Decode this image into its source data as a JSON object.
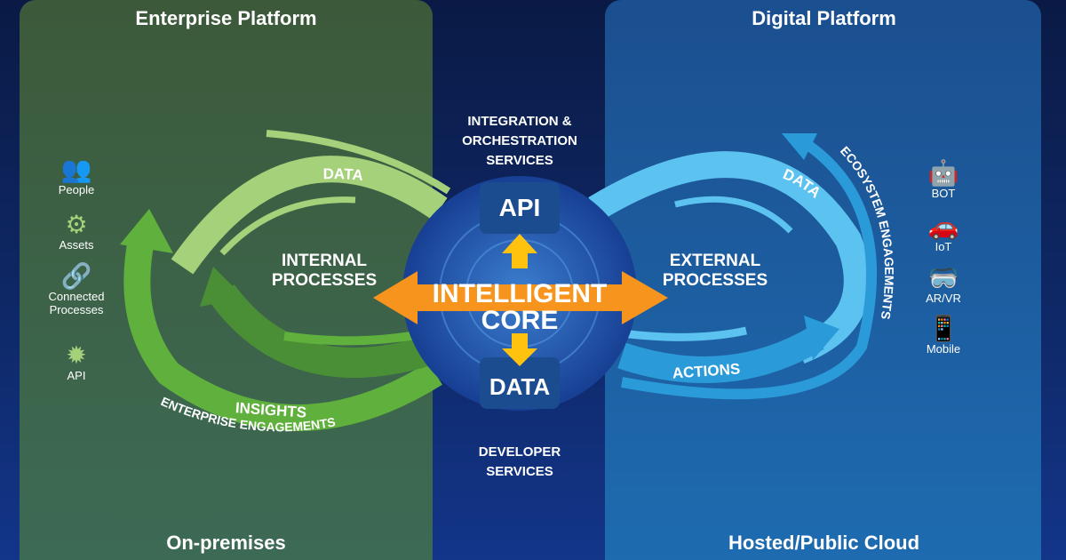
{
  "left_panel": {
    "title": "Enterprise Platform",
    "footer": "On-premises",
    "items": [
      {
        "icon": "people-icon",
        "label": "People"
      },
      {
        "icon": "robot-arm-icon",
        "label": "Assets"
      },
      {
        "icon": "chain-link-icon",
        "label": "Connected Processes"
      },
      {
        "icon": "gear-api-icon",
        "label": "API"
      }
    ],
    "loop": {
      "data": "DATA",
      "center": "INTERNAL PROCESSES",
      "insights": "INSIGHTS",
      "engagements": "ENTERPRISE ENGAGEMENTS"
    }
  },
  "right_panel": {
    "title": "Digital Platform",
    "footer": "Hosted/Public Cloud",
    "items": [
      {
        "icon": "bot-icon",
        "label": "BOT"
      },
      {
        "icon": "car-icon",
        "label": "IoT"
      },
      {
        "icon": "vr-headset-icon",
        "label": "AR/VR"
      },
      {
        "icon": "mobile-icon",
        "label": "Mobile"
      }
    ],
    "loop": {
      "data": "DATA",
      "center": "EXTERNAL PROCESSES",
      "actions": "ACTIONS",
      "engagements": "ECOSYSTEM ENGAGEMENTS"
    }
  },
  "core": {
    "top_label": "INTEGRATION & ORCHESTRATION SERVICES",
    "api": "API",
    "title_line1": "INTELLIGENT",
    "title_line2": "CORE",
    "data": "DATA",
    "bottom_label": "DEVELOPER SERVICES"
  },
  "colors": {
    "green_dark": "#5fb03c",
    "green_light": "#a5d17a",
    "blue_light": "#5cc2f0",
    "blue_mid": "#2a9bd8",
    "orange": "#f7941d",
    "yellow": "#ffc20e"
  }
}
